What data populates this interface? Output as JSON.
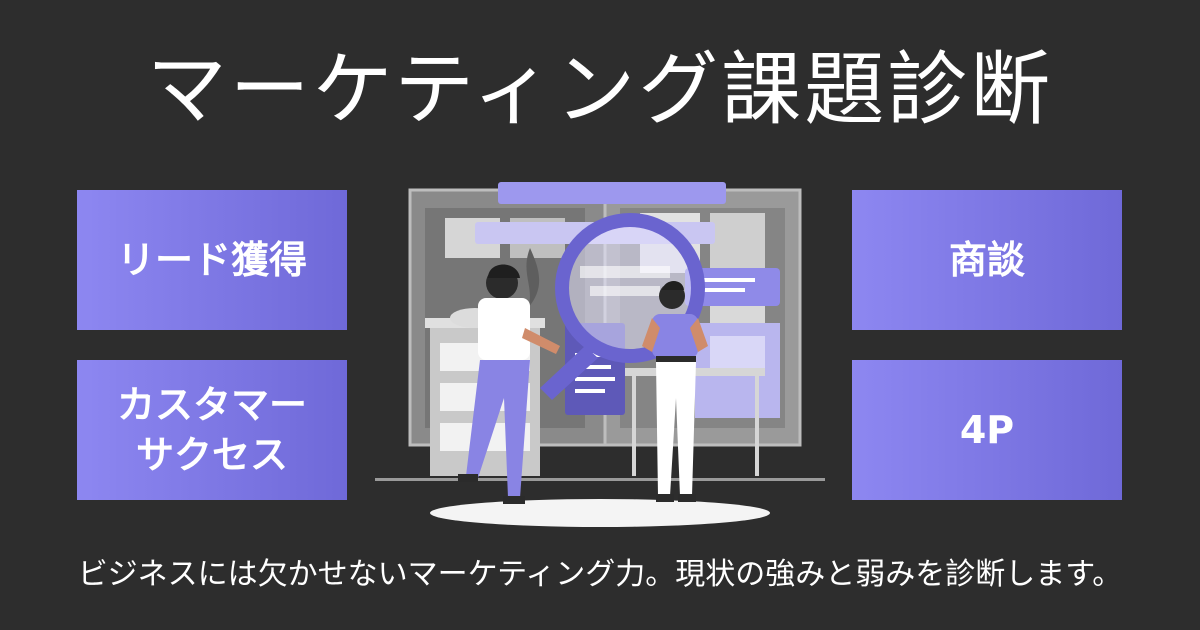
{
  "title": "マーケティング課題診断",
  "cards": {
    "lead": "リード獲得",
    "customer_success": "カスタマー\nサクセス",
    "deal": "商談",
    "four_p": "4P"
  },
  "subtitle": "ビジネスには欠かせないマーケティング力。現状の強みと弱みを診断します。",
  "colors": {
    "background": "#2d2d2d",
    "card_purple": "#7d77e6",
    "text": "#ffffff"
  },
  "illustration": {
    "icons": [
      "magnifying-glass-icon",
      "man-figure",
      "woman-figure",
      "dashboard-screen"
    ]
  }
}
